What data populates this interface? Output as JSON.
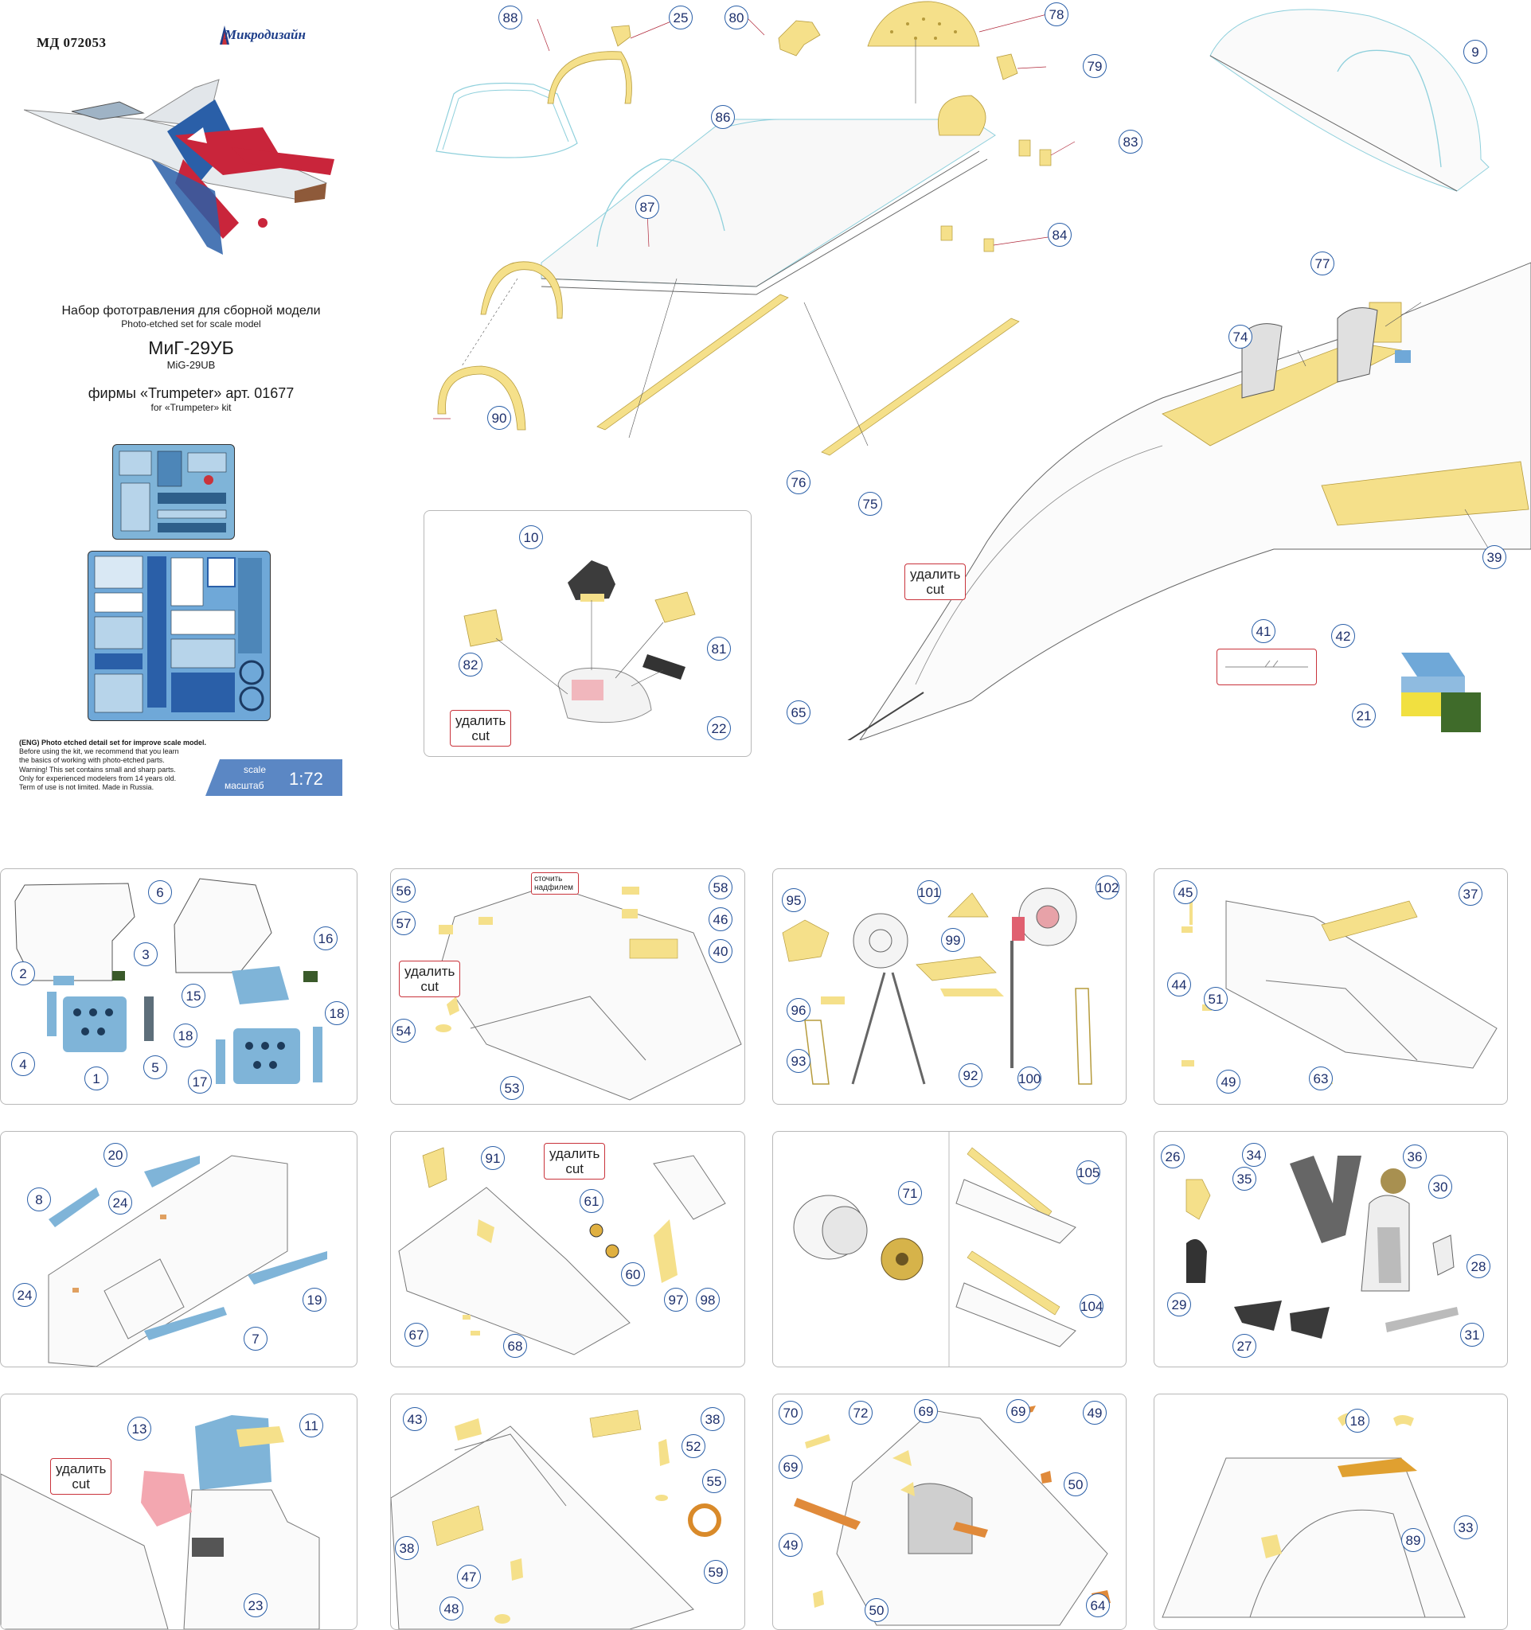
{
  "header": {
    "code": "МД 072053",
    "brand": "Микродизайн"
  },
  "title": {
    "ru": "Набор фототравления для сборной модели",
    "en": "Photo-etched set for scale model",
    "model_ru": "МиГ-29УБ",
    "model_en": "MiG-29UB",
    "kit_ru": "фирмы «Trumpeter» арт. 01677",
    "kit_en": "for «Trumpeter» kit"
  },
  "disclaimer": [
    "(ENG) Photo etched detail set for improve scale model.",
    "Before using the kit, we recommend that you learn",
    "the basics of working with photo-etched parts.",
    "Warning! This set contains small and sharp parts.",
    "Only for experienced modelers from 14 years old.",
    "Term of use is not limited. Made in Russia."
  ],
  "scale": {
    "label_en": "scale",
    "label_ru": "масштаб",
    "value": "1:72"
  },
  "cut_label": {
    "ru": "удалить",
    "en": "cut"
  },
  "file_note": "сточить надфилем",
  "colors": {
    "part_yellow": "#f5e08a",
    "callout_blue": "#2a5fa8",
    "cut_red": "#c9333b",
    "panel_blue": "#6fa8d8",
    "canopy_cyan": "#8fd0dc"
  },
  "callouts": {
    "top_canopy": [
      "88",
      "25",
      "80",
      "78",
      "79",
      "86",
      "83",
      "87",
      "84",
      "90",
      "76",
      "75"
    ],
    "top_right": [
      "9",
      "77",
      "74",
      "39",
      "41",
      "42",
      "21",
      "65"
    ],
    "seat_box": [
      "10",
      "82",
      "81",
      "22"
    ],
    "p1": [
      "6",
      "3",
      "16",
      "2",
      "15",
      "18",
      "4",
      "1",
      "5",
      "18",
      "17"
    ],
    "p2": [
      "56",
      "58",
      "57",
      "46",
      "40",
      "54",
      "53"
    ],
    "p3": [
      "95",
      "101",
      "102",
      "99",
      "96",
      "93",
      "92",
      "100"
    ],
    "p4": [
      "45",
      "37",
      "44",
      "51",
      "49",
      "63"
    ],
    "p5": [
      "20",
      "8",
      "24",
      "24",
      "19",
      "7"
    ],
    "p6": [
      "91",
      "61",
      "60",
      "97",
      "98",
      "67",
      "68"
    ],
    "p7": [
      "71",
      "105",
      "104"
    ],
    "p8": [
      "26",
      "34",
      "36",
      "35",
      "30",
      "28",
      "29",
      "27",
      "31"
    ],
    "p9": [
      "13",
      "11",
      "23"
    ],
    "p10": [
      "43",
      "38",
      "52",
      "55",
      "38",
      "59",
      "47",
      "48"
    ],
    "p11": [
      "70",
      "72",
      "69",
      "69",
      "49",
      "69",
      "50",
      "49",
      "50",
      "64"
    ],
    "p12": [
      "18",
      "33",
      "89"
    ]
  }
}
